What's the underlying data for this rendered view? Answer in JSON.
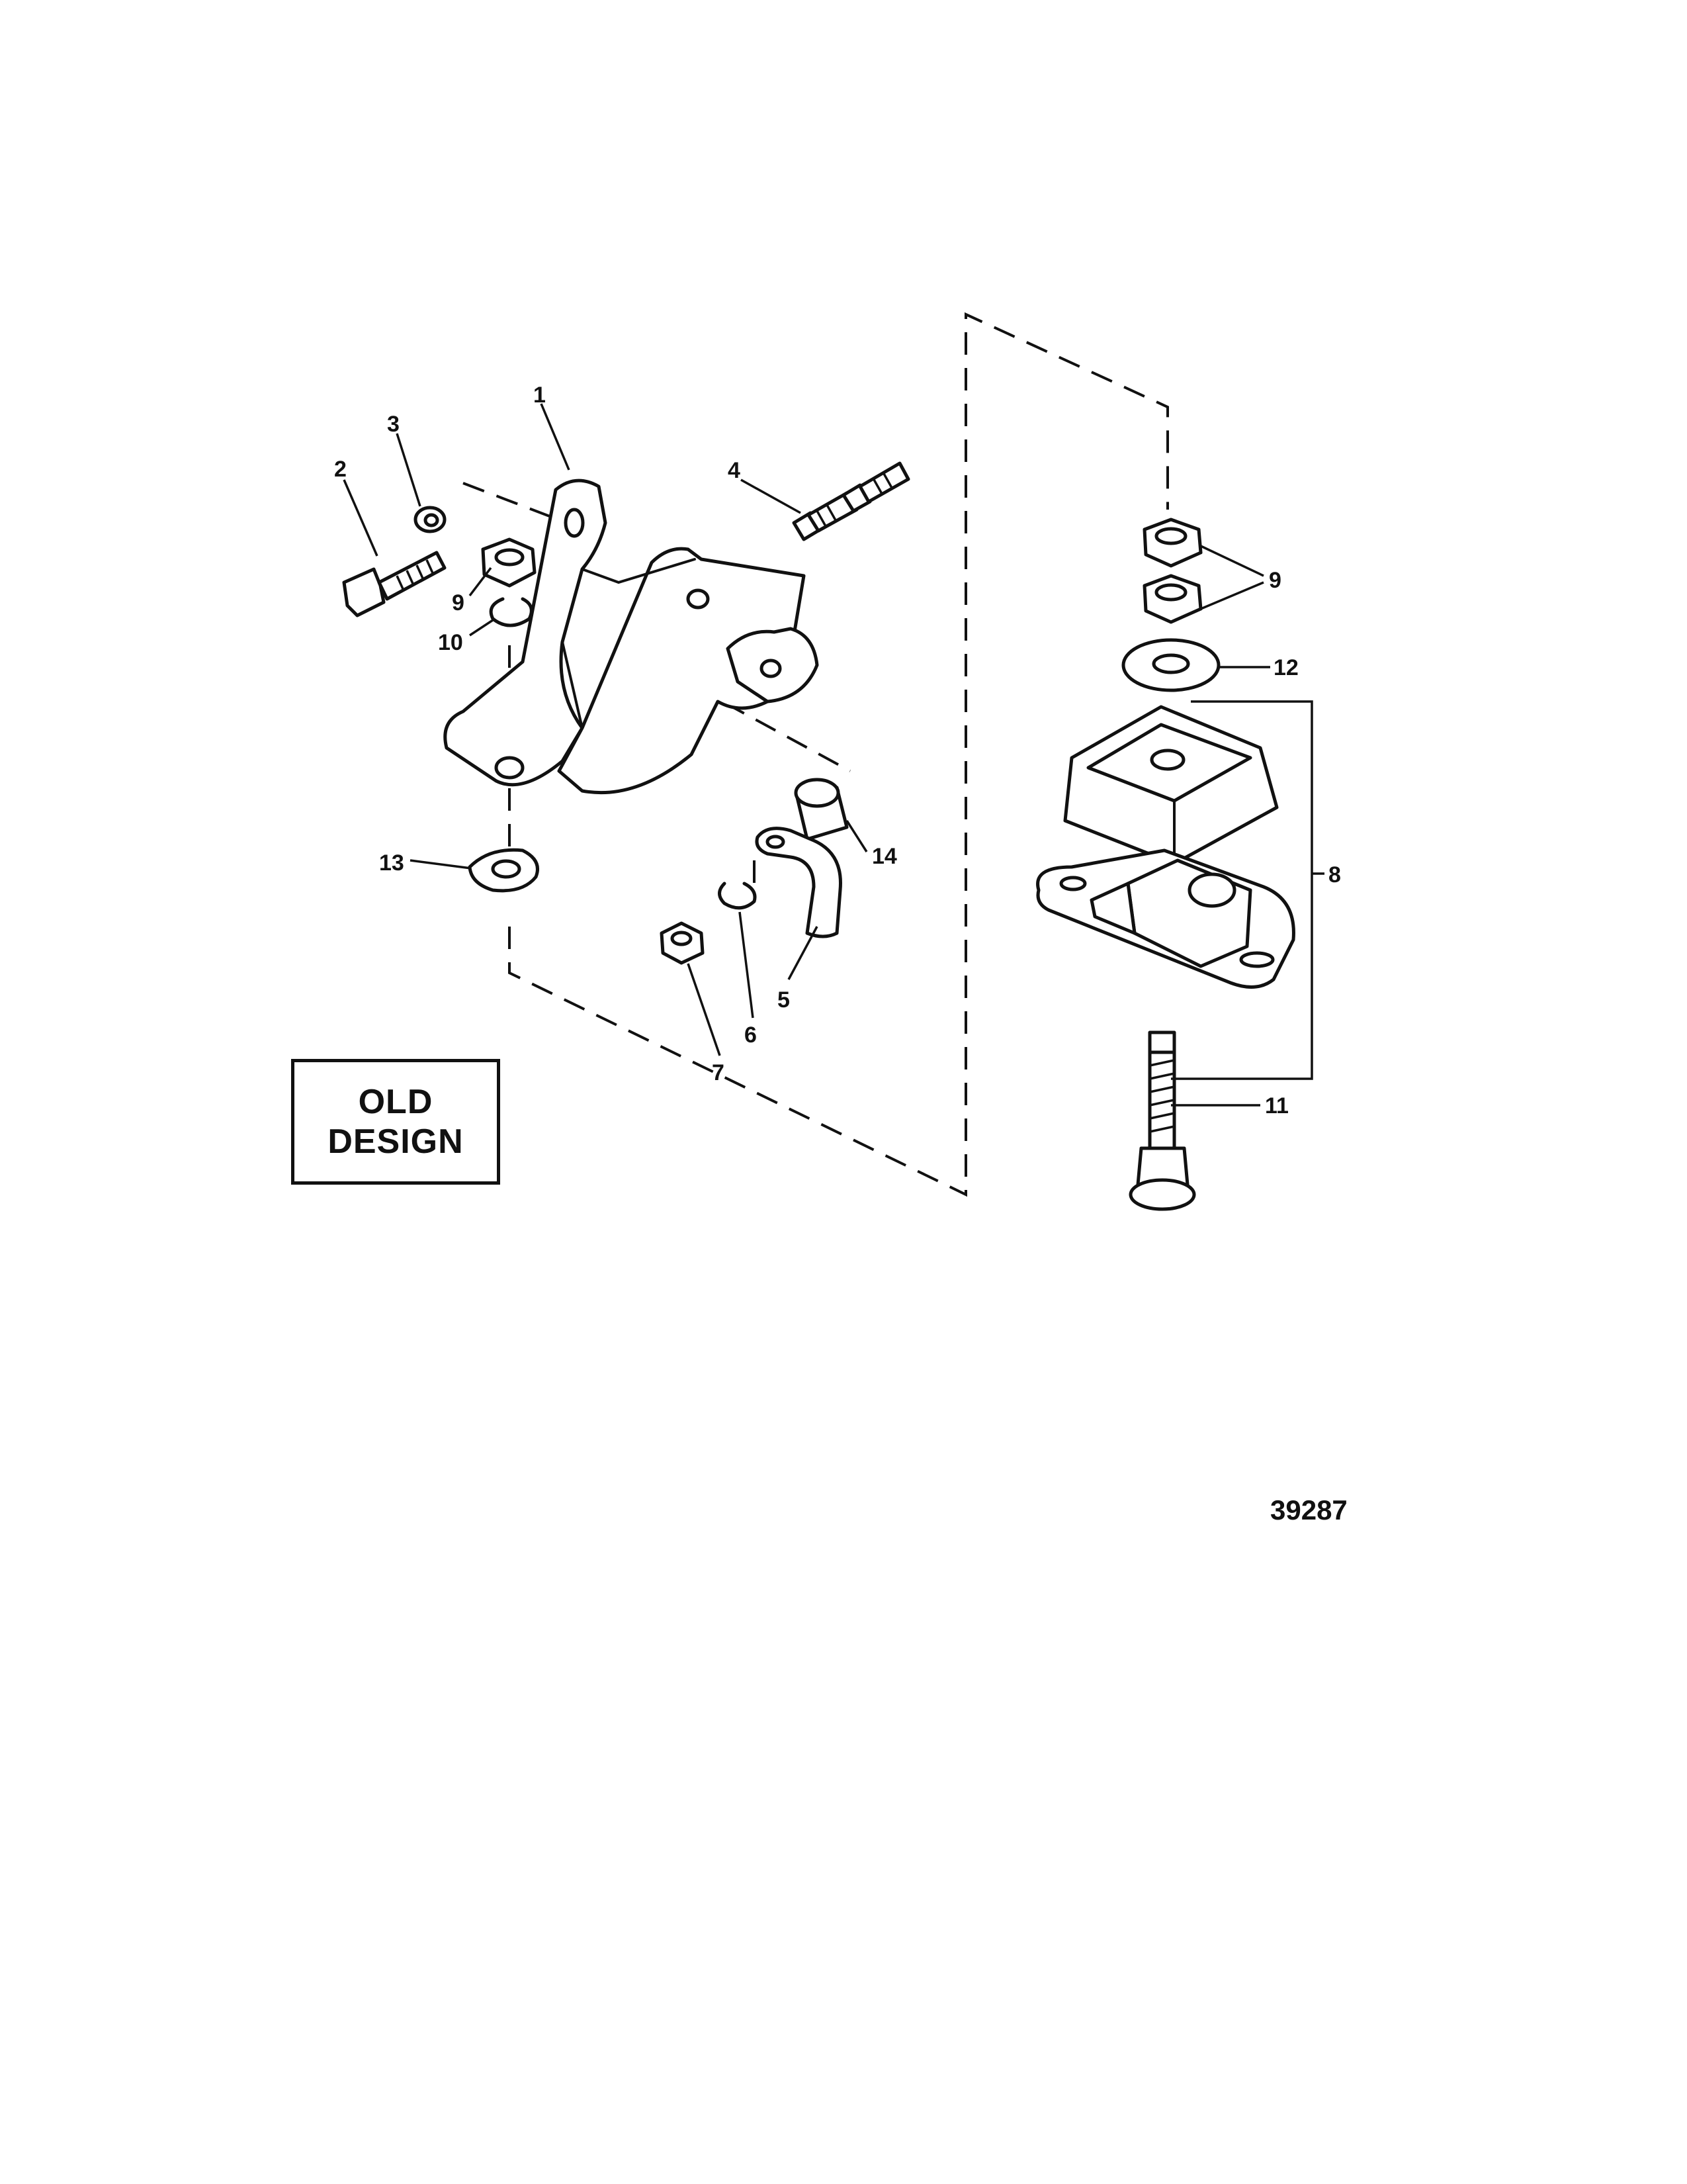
{
  "diagram": {
    "design_label_line1": "OLD",
    "design_label_line2": "DESIGN",
    "figure_number": "39287",
    "callouts": [
      {
        "id": "c1",
        "text": "1"
      },
      {
        "id": "c2",
        "text": "2"
      },
      {
        "id": "c3",
        "text": "3"
      },
      {
        "id": "c4",
        "text": "4"
      },
      {
        "id": "c5",
        "text": "5"
      },
      {
        "id": "c6",
        "text": "6"
      },
      {
        "id": "c7",
        "text": "7"
      },
      {
        "id": "c8",
        "text": "8"
      },
      {
        "id": "c9a",
        "text": "9"
      },
      {
        "id": "c9b",
        "text": "9"
      },
      {
        "id": "c10",
        "text": "10"
      },
      {
        "id": "c11",
        "text": "11"
      },
      {
        "id": "c12",
        "text": "12"
      },
      {
        "id": "c13",
        "text": "13"
      },
      {
        "id": "c14",
        "text": "14"
      }
    ]
  }
}
